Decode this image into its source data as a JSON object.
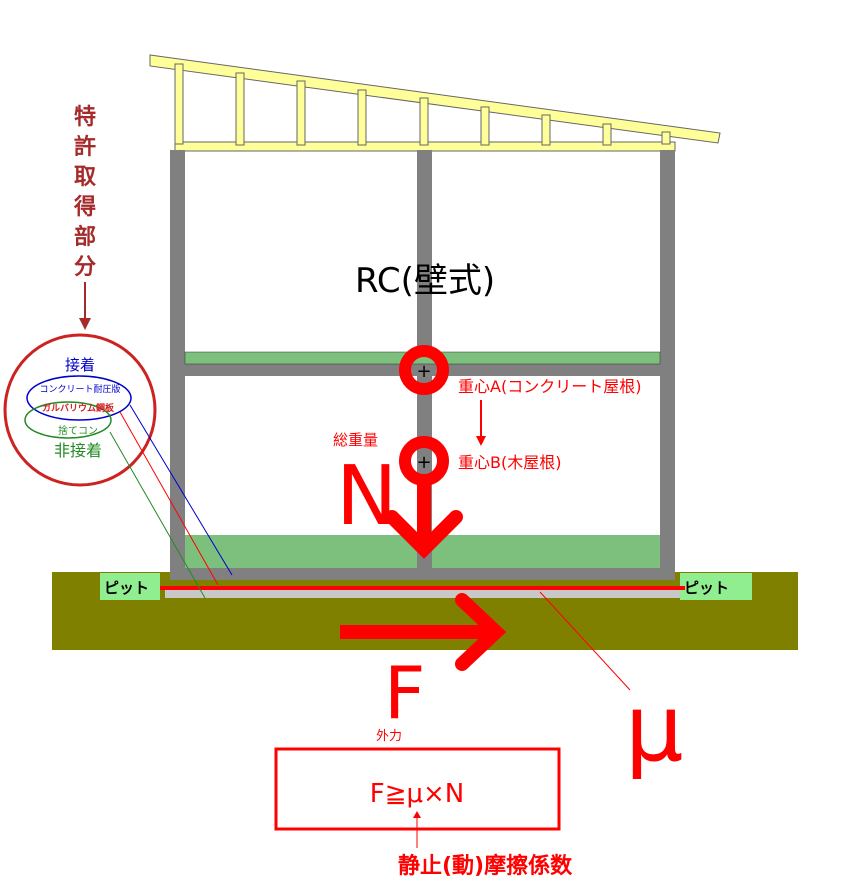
{
  "title_vertical": [
    "特",
    "許",
    "取",
    "得",
    "部",
    "分"
  ],
  "structure_label": "RC(壁式)",
  "detail": {
    "bonded": "接着",
    "layer1": "コンクリート耐圧版",
    "layer2": "ガルバリウム鋼板",
    "layer3": "捨てコン",
    "unbonded": "非接着"
  },
  "pit_left": "ピット",
  "pit_right": "ピット",
  "center_a": "重心A(コンクリート屋根)",
  "center_b": "重心B(木屋根)",
  "total_weight": "総重量",
  "n_label": "N",
  "f_label": "F",
  "external_force": "外力",
  "mu_label": "μ",
  "formula": "F≧μ×N",
  "friction_label": "静止(動)摩擦係数",
  "colors": {
    "red": "#ff0000",
    "dark_red": "#a52a2a",
    "ground": "#808000",
    "green": "#7dbf7d",
    "pit": "#90ee90",
    "wall": "#808080",
    "timber": "#ffff99"
  }
}
